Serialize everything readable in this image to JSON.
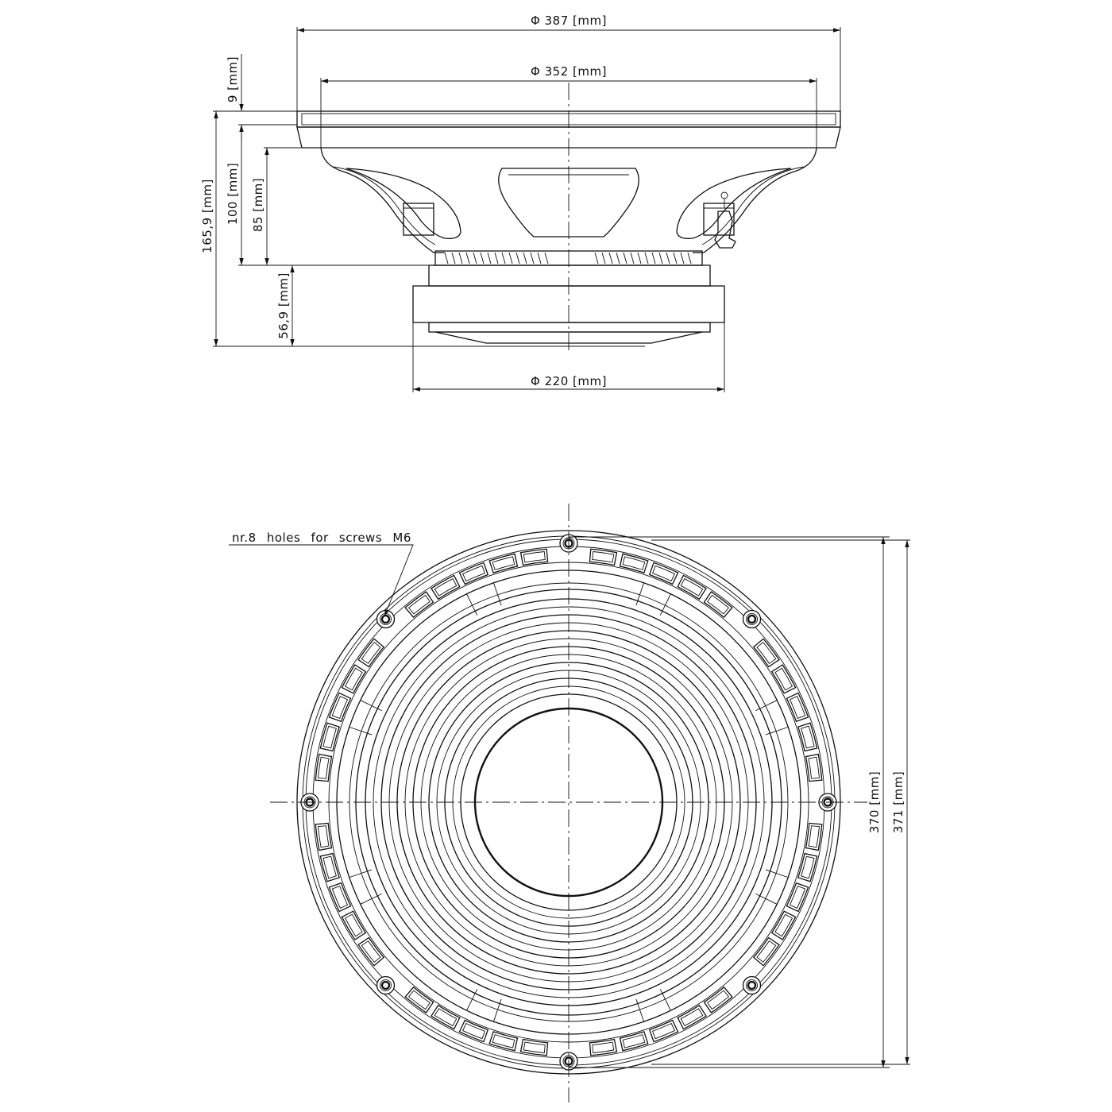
{
  "side_view": {
    "dimensions": {
      "overall_diameter": "Φ 387 [mm]",
      "cone_diameter": "Φ 352 [mm]",
      "magnet_diameter": "Φ 220 [mm]",
      "flange_thickness": "9 [mm]",
      "total_depth": "165,9 [mm]",
      "basket_depth": "100 [mm]",
      "mounting_depth": "85 [mm]",
      "magnet_depth": "56,9 [mm]"
    }
  },
  "front_view": {
    "note": "nr.8 holes for screws M6",
    "dimensions": {
      "mounting_hole_spacing": "370 [mm]",
      "overall_height": "371 [mm]"
    },
    "screw_hole_count": 8
  }
}
